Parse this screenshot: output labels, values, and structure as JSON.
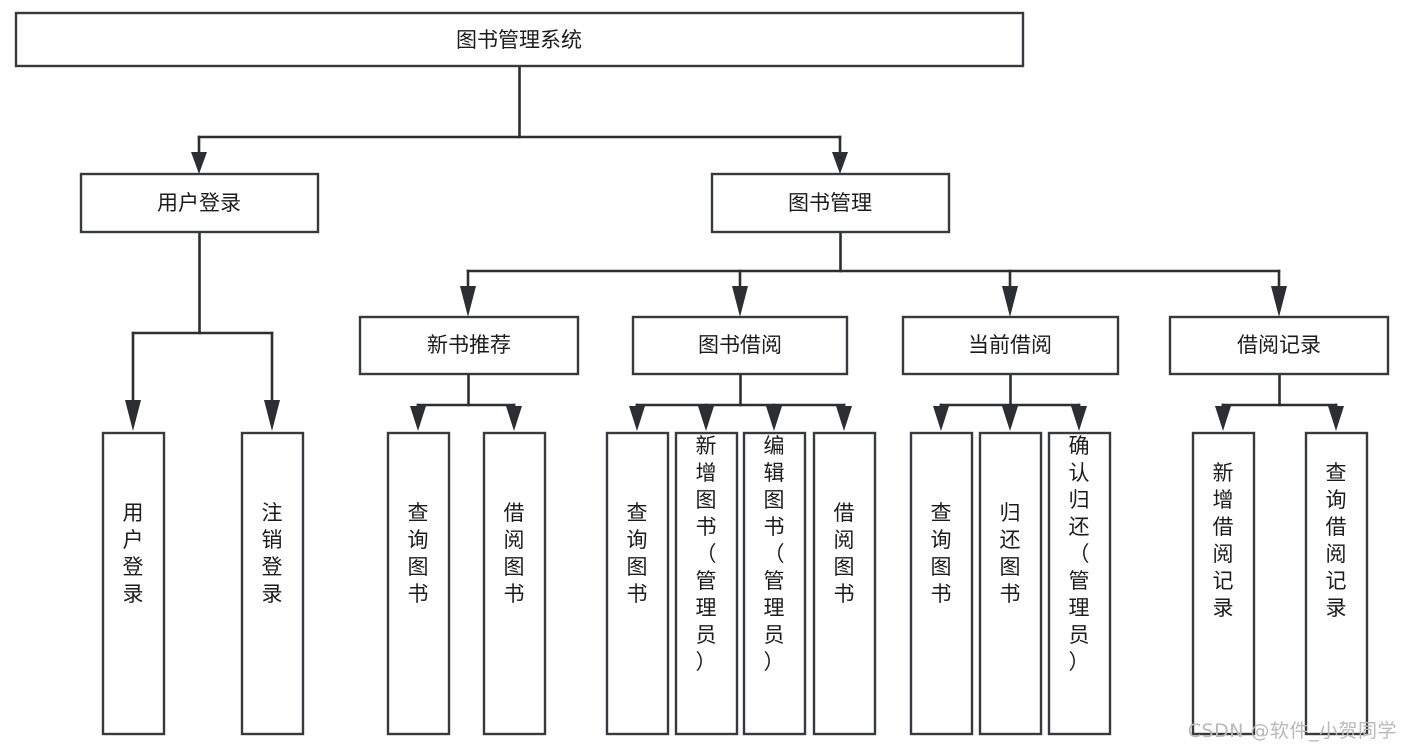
{
  "diagram": {
    "type": "tree-hierarchy",
    "title": "图书管理系统",
    "watermark": "CSDN @软件_小贺同学",
    "colors": {
      "box_stroke": "#36393d",
      "box_fill": "#ffffff",
      "edge": "#2b2e33",
      "text": "#1c1c1c",
      "watermark": "#b9b9b9",
      "background": "#ffffff"
    },
    "nodes": {
      "root": {
        "label": "图书管理系统",
        "orientation": "horizontal",
        "level": 0
      },
      "l1": [
        {
          "id": "user-login",
          "label": "用户登录",
          "orientation": "horizontal",
          "level": 1
        },
        {
          "id": "book-manage",
          "label": "图书管理",
          "orientation": "horizontal",
          "level": 1
        }
      ],
      "l2": [
        {
          "id": "new-book-recommend",
          "label": "新书推荐",
          "orientation": "horizontal",
          "level": 2
        },
        {
          "id": "book-borrow",
          "label": "图书借阅",
          "orientation": "horizontal",
          "level": 2
        },
        {
          "id": "current-borrow",
          "label": "当前借阅",
          "orientation": "horizontal",
          "level": 2
        },
        {
          "id": "borrow-record",
          "label": "借阅记录",
          "orientation": "horizontal",
          "level": 2
        }
      ],
      "leaves": [
        {
          "id": "leaf-user-login",
          "label": "用户登录",
          "parent": "user-login",
          "orientation": "vertical"
        },
        {
          "id": "leaf-user-logout",
          "label": "注销登录",
          "parent": "user-login",
          "orientation": "vertical"
        },
        {
          "id": "leaf-query-book-1",
          "label": "查询图书",
          "parent": "new-book-recommend",
          "orientation": "vertical"
        },
        {
          "id": "leaf-borrow-book-1",
          "label": "借阅图书",
          "parent": "new-book-recommend",
          "orientation": "vertical"
        },
        {
          "id": "leaf-query-book-2",
          "label": "查询图书",
          "parent": "book-borrow",
          "orientation": "vertical"
        },
        {
          "id": "leaf-add-book",
          "label": "新增图书（管理员）",
          "parent": "book-borrow",
          "orientation": "vertical"
        },
        {
          "id": "leaf-edit-book",
          "label": "编辑图书（管理员）",
          "parent": "book-borrow",
          "orientation": "vertical"
        },
        {
          "id": "leaf-borrow-book-2",
          "label": "借阅图书",
          "parent": "book-borrow",
          "orientation": "vertical"
        },
        {
          "id": "leaf-query-book-3",
          "label": "查询图书",
          "parent": "current-borrow",
          "orientation": "vertical"
        },
        {
          "id": "leaf-return-book",
          "label": "归还图书",
          "parent": "current-borrow",
          "orientation": "vertical"
        },
        {
          "id": "leaf-confirm-return",
          "label": "确认归还（管理员）",
          "parent": "current-borrow",
          "orientation": "vertical"
        },
        {
          "id": "leaf-add-record",
          "label": "新增借阅记录",
          "parent": "borrow-record",
          "orientation": "vertical"
        },
        {
          "id": "leaf-query-record",
          "label": "查询借阅记录",
          "parent": "borrow-record",
          "orientation": "vertical"
        }
      ]
    }
  }
}
